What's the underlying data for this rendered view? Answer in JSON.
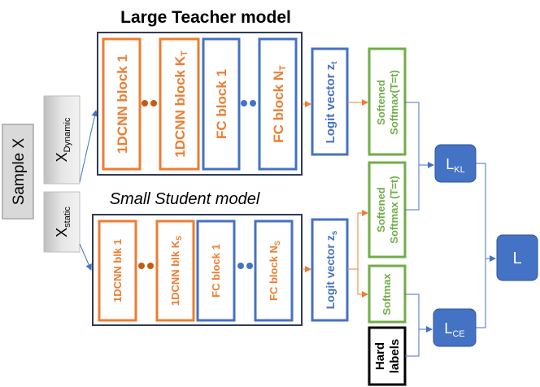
{
  "teacher": {
    "title": "Large Teacher model",
    "block1": "1DCNN block 1",
    "block2": "1DCNN block K",
    "block2_sub": "T",
    "fc1": "FC block 1",
    "fc2": "FC block N",
    "fc2_sub": "T",
    "logit": "Logit vector z",
    "logit_sub": "t",
    "softened_line1": "Softened",
    "softened_line2": "Softmax(T=t)"
  },
  "student": {
    "title": "Small Student model",
    "block1": "1DCNN blk 1",
    "block2": "1DCNN blk K",
    "block2_sub": "S",
    "fc1": "FC block 1",
    "fc2": "FC block N",
    "fc2_sub": "S",
    "logit": "Logit vector z",
    "logit_sub": "s",
    "softened_line1": "Softened",
    "softened_line2": "Softmax (T=t)",
    "softmax": "Softmax"
  },
  "inputs": {
    "sample": "Sample X",
    "dynamic": "X",
    "dynamic_sub": "Dynamic",
    "static": "X",
    "static_sub": "static"
  },
  "losses": {
    "kl": "L",
    "kl_sub": "KL",
    "ce": "L",
    "ce_sub": "CE",
    "total": "L"
  },
  "hard_labels_line1": "Hard",
  "hard_labels_line2": "labels",
  "colors": {
    "orange": "#ed7d31",
    "blue": "#4472c4",
    "green": "#70ad47",
    "navy": "#2f3b56",
    "loss": "#4472c4",
    "gray": "#d9d9d9"
  }
}
